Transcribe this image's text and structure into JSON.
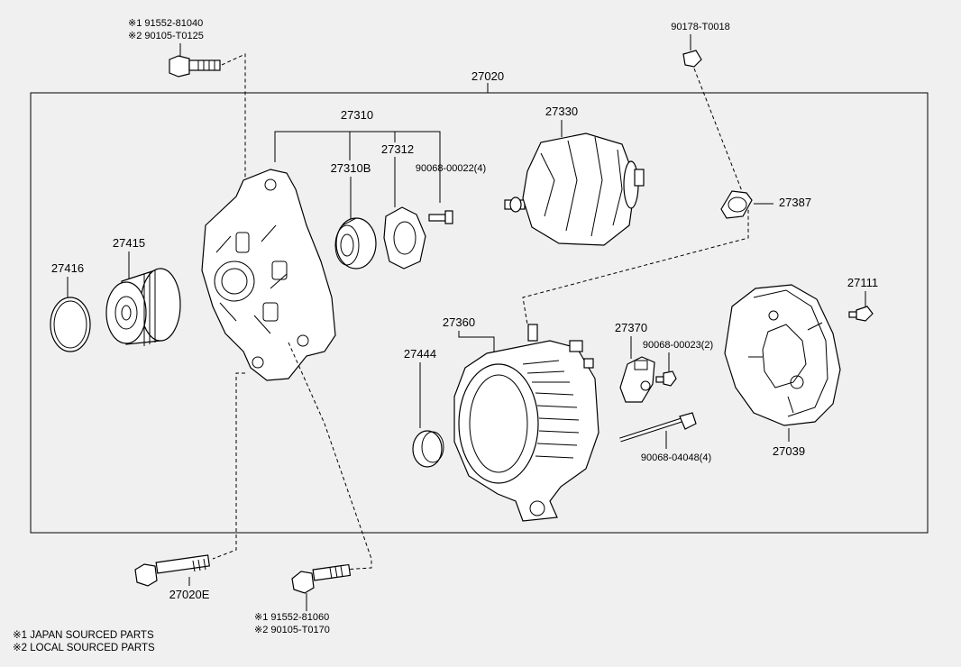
{
  "assembly_number": "27020",
  "labels": {
    "p27310": "27310",
    "p27310b": "27310B",
    "p27312": "27312",
    "p90068_00022": "90068-00022(4)",
    "p27330": "27330",
    "p90178": "90178-T0018",
    "p27387": "27387",
    "p27415": "27415",
    "p27416": "27416",
    "p27111": "27111",
    "p27360": "27360",
    "p27444": "27444",
    "p27370": "27370",
    "p90068_00023": "90068-00023(2)",
    "p90068_04048": "90068-04048(4)",
    "p27039": "27039",
    "p27020e": "27020E"
  },
  "top_bolt_refs": {
    "line1": "※1 91552-81040",
    "line2": "※2 90105-T0125"
  },
  "bottom_bolt_refs": {
    "line1": "※1 91552-81060",
    "line2": "※2 90105-T0170"
  },
  "legend": {
    "note1": "※1 JAPAN SOURCED PARTS",
    "note2": "※2 LOCAL SOURCED PARTS"
  },
  "colors": {
    "background": "#f0f0f0",
    "line": "#000000"
  }
}
